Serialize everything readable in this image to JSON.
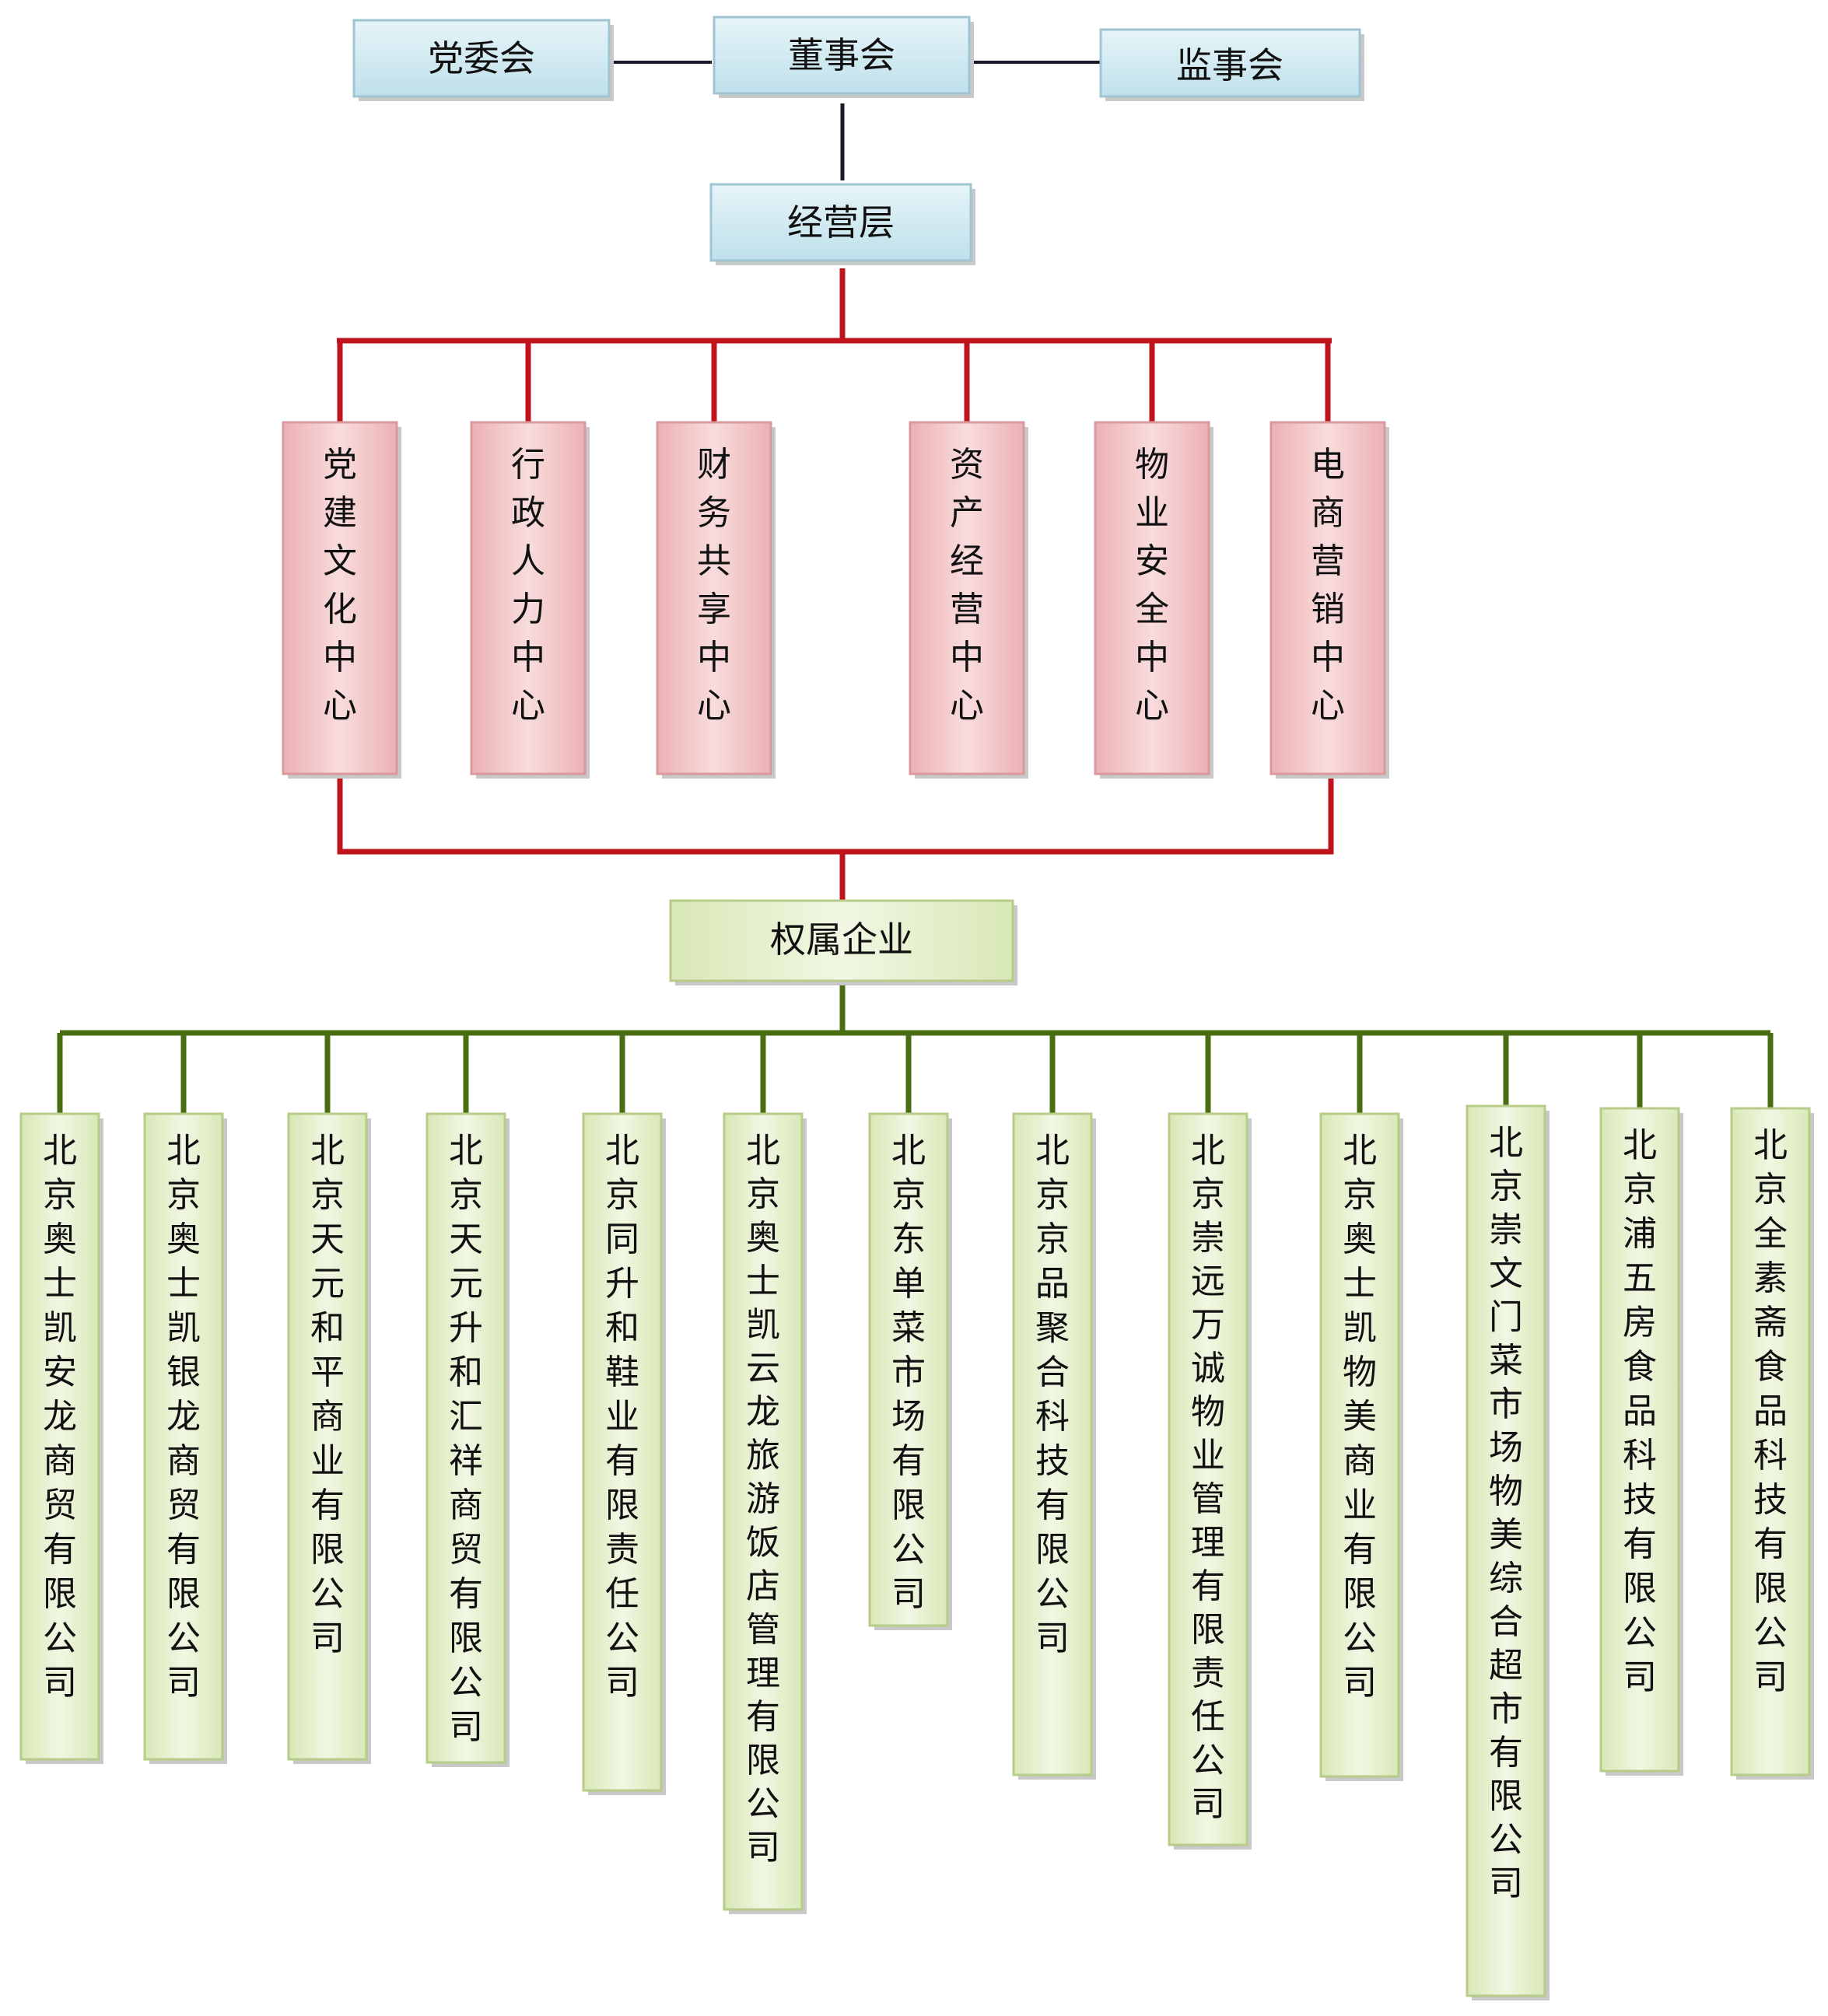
{
  "colors": {
    "top_line": "#1a1a2e",
    "center_line": "#c0141c",
    "company_line": "#4a6d12",
    "blue_box": "#c5e3ee",
    "red_box": "#f1c4c5",
    "green_box": "#e3efc9"
  },
  "governance": {
    "party": "党委会",
    "board": "董事会",
    "supervisors": "监事会",
    "management": "经营层"
  },
  "centers": [
    "党建文化中心",
    "行政人力中心",
    "财务共享中心",
    "资产经营中心",
    "物业安全中心",
    "电商营销中心"
  ],
  "subsidiaries_header": "权属企业",
  "subsidiaries": [
    "北京奥士凯安龙商贸有限公司",
    "北京奥士凯银龙商贸有限公司",
    "北京天元和平商业有限公司",
    "北京天元升和汇祥商贸有限公司",
    "北京同升和鞋业有限责任公司",
    "北京奥士凯云龙旅游饭店管理有限公司",
    "北京东单菜市场有限公司",
    "北京京品聚合科技有限公司",
    "北京崇远万诚物业管理有限责任公司",
    "北京奥士凯物美商业有限公司",
    "北京崇文门菜市场物美综合超市有限公司",
    "北京浦五房食品科技有限公司",
    "北京全素斋食品科技有限公司"
  ]
}
